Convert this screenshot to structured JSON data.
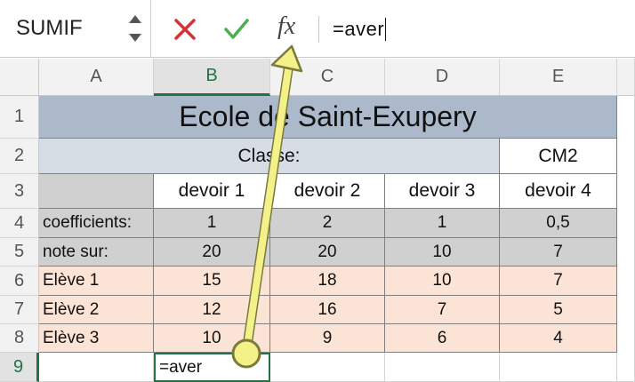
{
  "formula_bar": {
    "name_box": "SUMIF",
    "cancel_icon": "cancel-x-icon",
    "enter_icon": "checkmark-icon",
    "fx_label": "fx",
    "formula": "=aver"
  },
  "columns": [
    "A",
    "B",
    "C",
    "D",
    "E"
  ],
  "rows": [
    "1",
    "2",
    "3",
    "4",
    "5",
    "6",
    "7",
    "8",
    "9"
  ],
  "sheet": {
    "title": "Ecole de Saint-Exupery",
    "classe_label": "Classe:",
    "classe_value": "CM2",
    "devoirs": [
      "devoir 1",
      "devoir 2",
      "devoir 3",
      "devoir 4"
    ],
    "coeff_label": "coefficients:",
    "coeff": [
      "1",
      "2",
      "1",
      "0,5"
    ],
    "note_label": "note sur:",
    "note_sur": [
      "20",
      "20",
      "10",
      "7"
    ],
    "eleves": [
      {
        "name": "Elève 1",
        "notes": [
          "15",
          "18",
          "10",
          "7"
        ]
      },
      {
        "name": "Elève 2",
        "notes": [
          "12",
          "16",
          "7",
          "5"
        ]
      },
      {
        "name": "Elève 3",
        "notes": [
          "10",
          "9",
          "6",
          "4"
        ]
      }
    ],
    "active_cell_text": "=aver"
  },
  "colors": {
    "title_bg": "#acb9ca",
    "classe_bg": "#d6dce4",
    "header_gray": "#d0d0d0",
    "student_bg": "#fbe4d5",
    "accent_green": "#217346",
    "cancel_red": "#d13438",
    "arrow_yellow": "#f4f08a"
  }
}
